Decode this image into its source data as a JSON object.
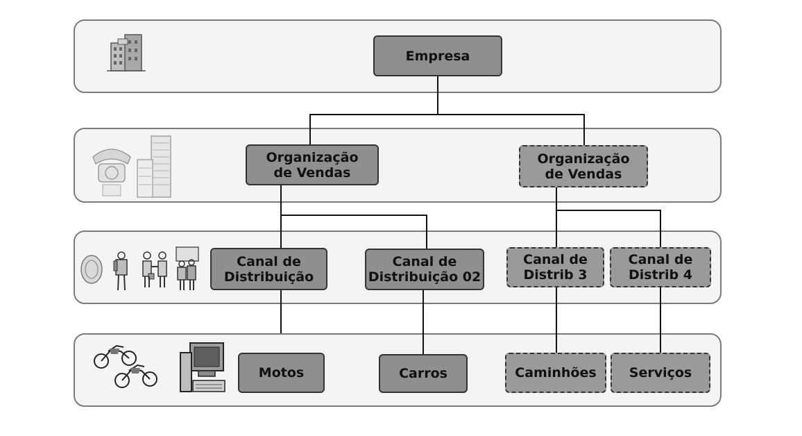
{
  "levels": [
    {
      "nodes": [
        {
          "label": "Empresa",
          "dashed": false
        }
      ]
    },
    {
      "nodes": [
        {
          "label": "Organização\nde Vendas",
          "dashed": false
        },
        {
          "label": "Organização\nde Vendas",
          "dashed": true
        }
      ]
    },
    {
      "nodes": [
        {
          "label": "Canal de\nDistribuição",
          "dashed": false
        },
        {
          "label": "Canal de\nDistribuição 02",
          "dashed": false
        },
        {
          "label": "Canal de\nDistrib 3",
          "dashed": true
        },
        {
          "label": "Canal de\nDistrib 4",
          "dashed": true
        }
      ]
    },
    {
      "nodes": [
        {
          "label": "Motos",
          "dashed": false
        },
        {
          "label": "Carros",
          "dashed": false
        },
        {
          "label": "Caminhões",
          "dashed": true
        },
        {
          "label": "Serviços",
          "dashed": true
        }
      ]
    }
  ],
  "icons": [
    "building-icon",
    "telephone-icon",
    "office-tower-icon",
    "coin-icon",
    "worker-icon",
    "handshake-people-icon",
    "people-group-icon",
    "motorcycles-icon",
    "computer-icon"
  ],
  "colors": {
    "node_fill": "#8f8f8f",
    "band_fill": "#f4f4f4",
    "line": "#111111"
  }
}
